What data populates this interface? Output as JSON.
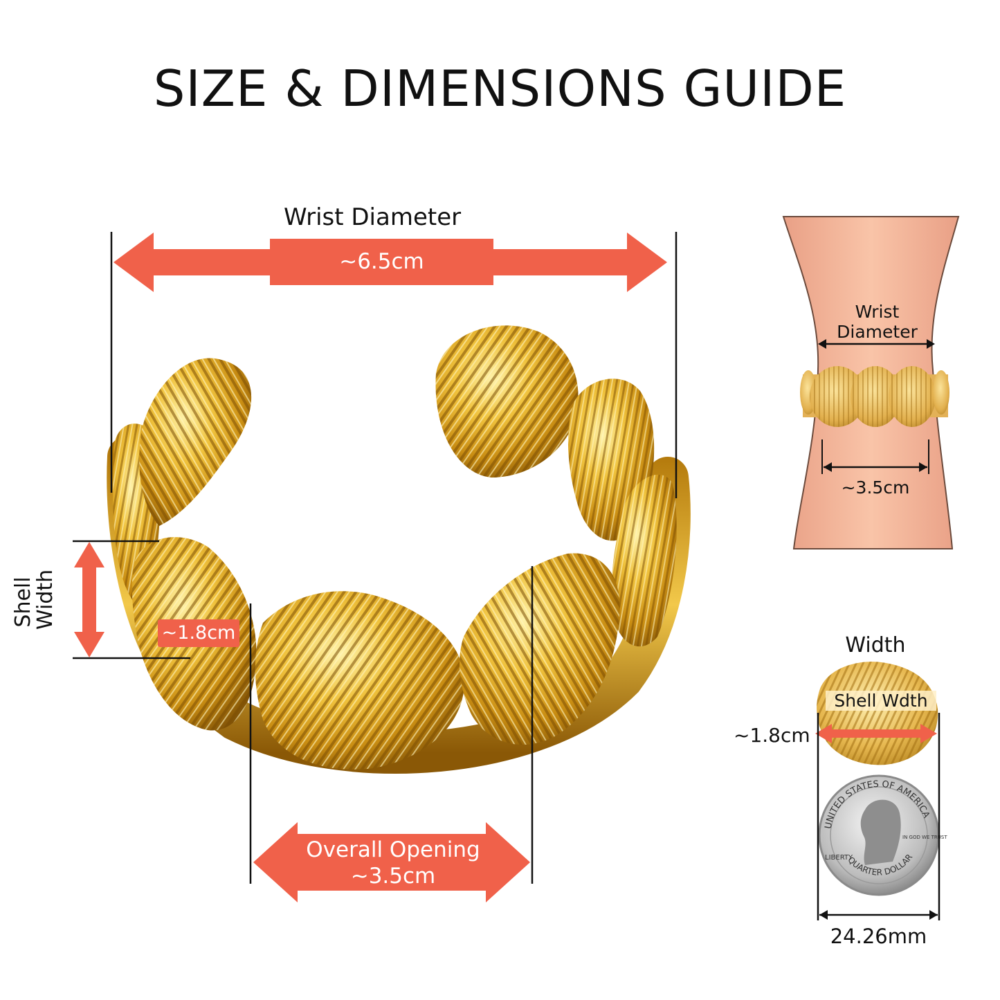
{
  "title": "SIZE & DIMENSIONS GUIDE",
  "colors": {
    "accent": "#f0614a",
    "gold": "#d9a21a",
    "skin": "#f5b79c"
  },
  "main": {
    "wrist_diameter": {
      "label": "Wrist Diameter",
      "value": "~6.5cm"
    },
    "shell_width": {
      "label_line1": "Shell",
      "label_line2": "Width",
      "value": "~1.8cm"
    },
    "overall_opening": {
      "label": "Overall Opening",
      "value": "~3.5cm"
    }
  },
  "wrist_inset": {
    "label_line1": "Wrist",
    "label_line2": "Diameter",
    "opening_value": "~3.5cm"
  },
  "shell_inset": {
    "title": "Width",
    "label": "Shell Wdth",
    "value": "~1.8cm",
    "coin_diameter": "24.26mm",
    "coin_text_top": "UNITED STATES OF AMERICA",
    "coin_text_bottom": "QUARTER DOLLAR",
    "coin_text_liberty": "LIBERTY",
    "coin_text_motto": "IN GOD WE TRUST"
  }
}
